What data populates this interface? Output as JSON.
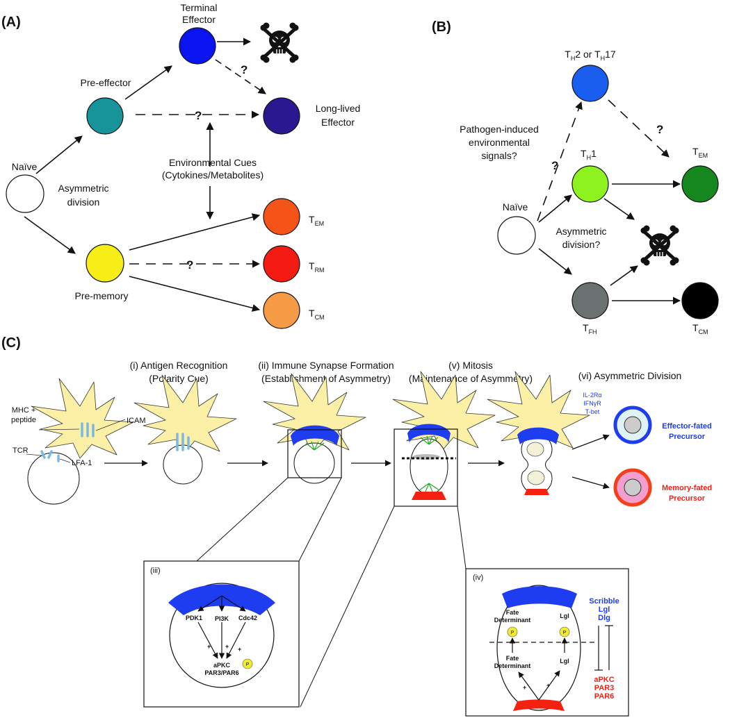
{
  "panels": {
    "a": "(A)",
    "b": "(B)",
    "c": "(C)"
  },
  "panel_a": {
    "terminal_effector": [
      "Terminal",
      "Effector"
    ],
    "pre_effector": "Pre-effector",
    "long_lived_effector": [
      "Long-lived",
      "Effector"
    ],
    "naive": "Naïve",
    "asymmetric_division": [
      "Asymmetric",
      "division"
    ],
    "environmental_cues": [
      "Environmental Cues",
      "(Cytokines/Metabolites)"
    ],
    "pre_memory": "Pre-memory",
    "t_em": {
      "main": "T",
      "sub": "EM"
    },
    "t_rm": {
      "main": "T",
      "sub": "RM"
    },
    "t_cm": {
      "main": "T",
      "sub": "CM"
    },
    "question_mark": "?",
    "colors": {
      "terminal": "#0a14f0",
      "pre_effector": "#17939a",
      "long_lived": "#2a1890",
      "naive": "#ffffff",
      "pre_memory": "#f7ee16",
      "tem": "#f55418",
      "trm": "#f41b12",
      "tcm": "#f59a45"
    }
  },
  "panel_b": {
    "th2_th17": {
      "t1": "T",
      "s1": "H",
      "mid": "2 or T",
      "s2": "H",
      "end": "17"
    },
    "pathogen_signals": [
      "Pathogen-induced",
      "environmental",
      "signals?"
    ],
    "th1": {
      "main": "T",
      "sub": "H",
      "end": "1"
    },
    "t_em": {
      "main": "T",
      "sub": "EM"
    },
    "naive": "Naïve",
    "asymmetric_division": [
      "Asymmetric",
      "division?"
    ],
    "t_fh": {
      "main": "T",
      "sub": "FH"
    },
    "t_cm": {
      "main": "T",
      "sub": "CM"
    },
    "question_mark": "?",
    "colors": {
      "th2": "#1a5ef0",
      "th1": "#8ef21e",
      "tem": "#16871e",
      "tfh": "#6b7070",
      "tcm": "#000000"
    }
  },
  "panel_c": {
    "step_i": [
      "(i) Antigen Recognition",
      "(Polarity Cue)"
    ],
    "step_ii": [
      "(ii) Immune Synapse Formation",
      "(Establishment of Asymmetry)"
    ],
    "step_v": [
      "(v) Mitosis",
      "(Maintenance of Asymmetry)"
    ],
    "step_vi": "(vi) Asymmetric Division",
    "mhc_peptide": [
      "MHC +",
      "peptide"
    ],
    "icam": "ICAM",
    "tcr": "TCR",
    "lfa1": "LFA-1",
    "effector_markers": [
      "IL-2Rα",
      "IFNγR",
      "T-bet"
    ],
    "effector_fated": [
      "Effector-fated",
      "Precursor"
    ],
    "memory_fated": [
      "Memory-fated",
      "Precursor"
    ],
    "inset_iii": {
      "title": "(iii)",
      "pdk1": "PDK1",
      "pi3k": "PI3K",
      "cdc42": "Cdc42",
      "plus": "+",
      "apkc": "aPKC",
      "par": "PAR3/PAR6",
      "p": "P"
    },
    "inset_iv": {
      "title": "(iv)",
      "fate_determinant": [
        "Fate",
        "Determinant"
      ],
      "lgl": "Lgl",
      "p": "P",
      "plus": "+",
      "blue_proteins": [
        "Scribble",
        "Lgl",
        "Dlg"
      ],
      "red_proteins": [
        "aPKC",
        "PAR3",
        "PAR6"
      ]
    },
    "colors": {
      "apc": "#fbf0a5",
      "receptor": "#7ab8e6",
      "synapse_blue": "#1e3cf0",
      "pole_red": "#f42010",
      "microtubule": "#22aa22",
      "effector_ring": "#1e3cf0",
      "effector_fill": "#dff2f4",
      "memory_ring": "#f4401a",
      "memory_fill": "#f29fd0",
      "nucleus": "#cccccc",
      "p_badge": "#f2ec2a"
    }
  }
}
